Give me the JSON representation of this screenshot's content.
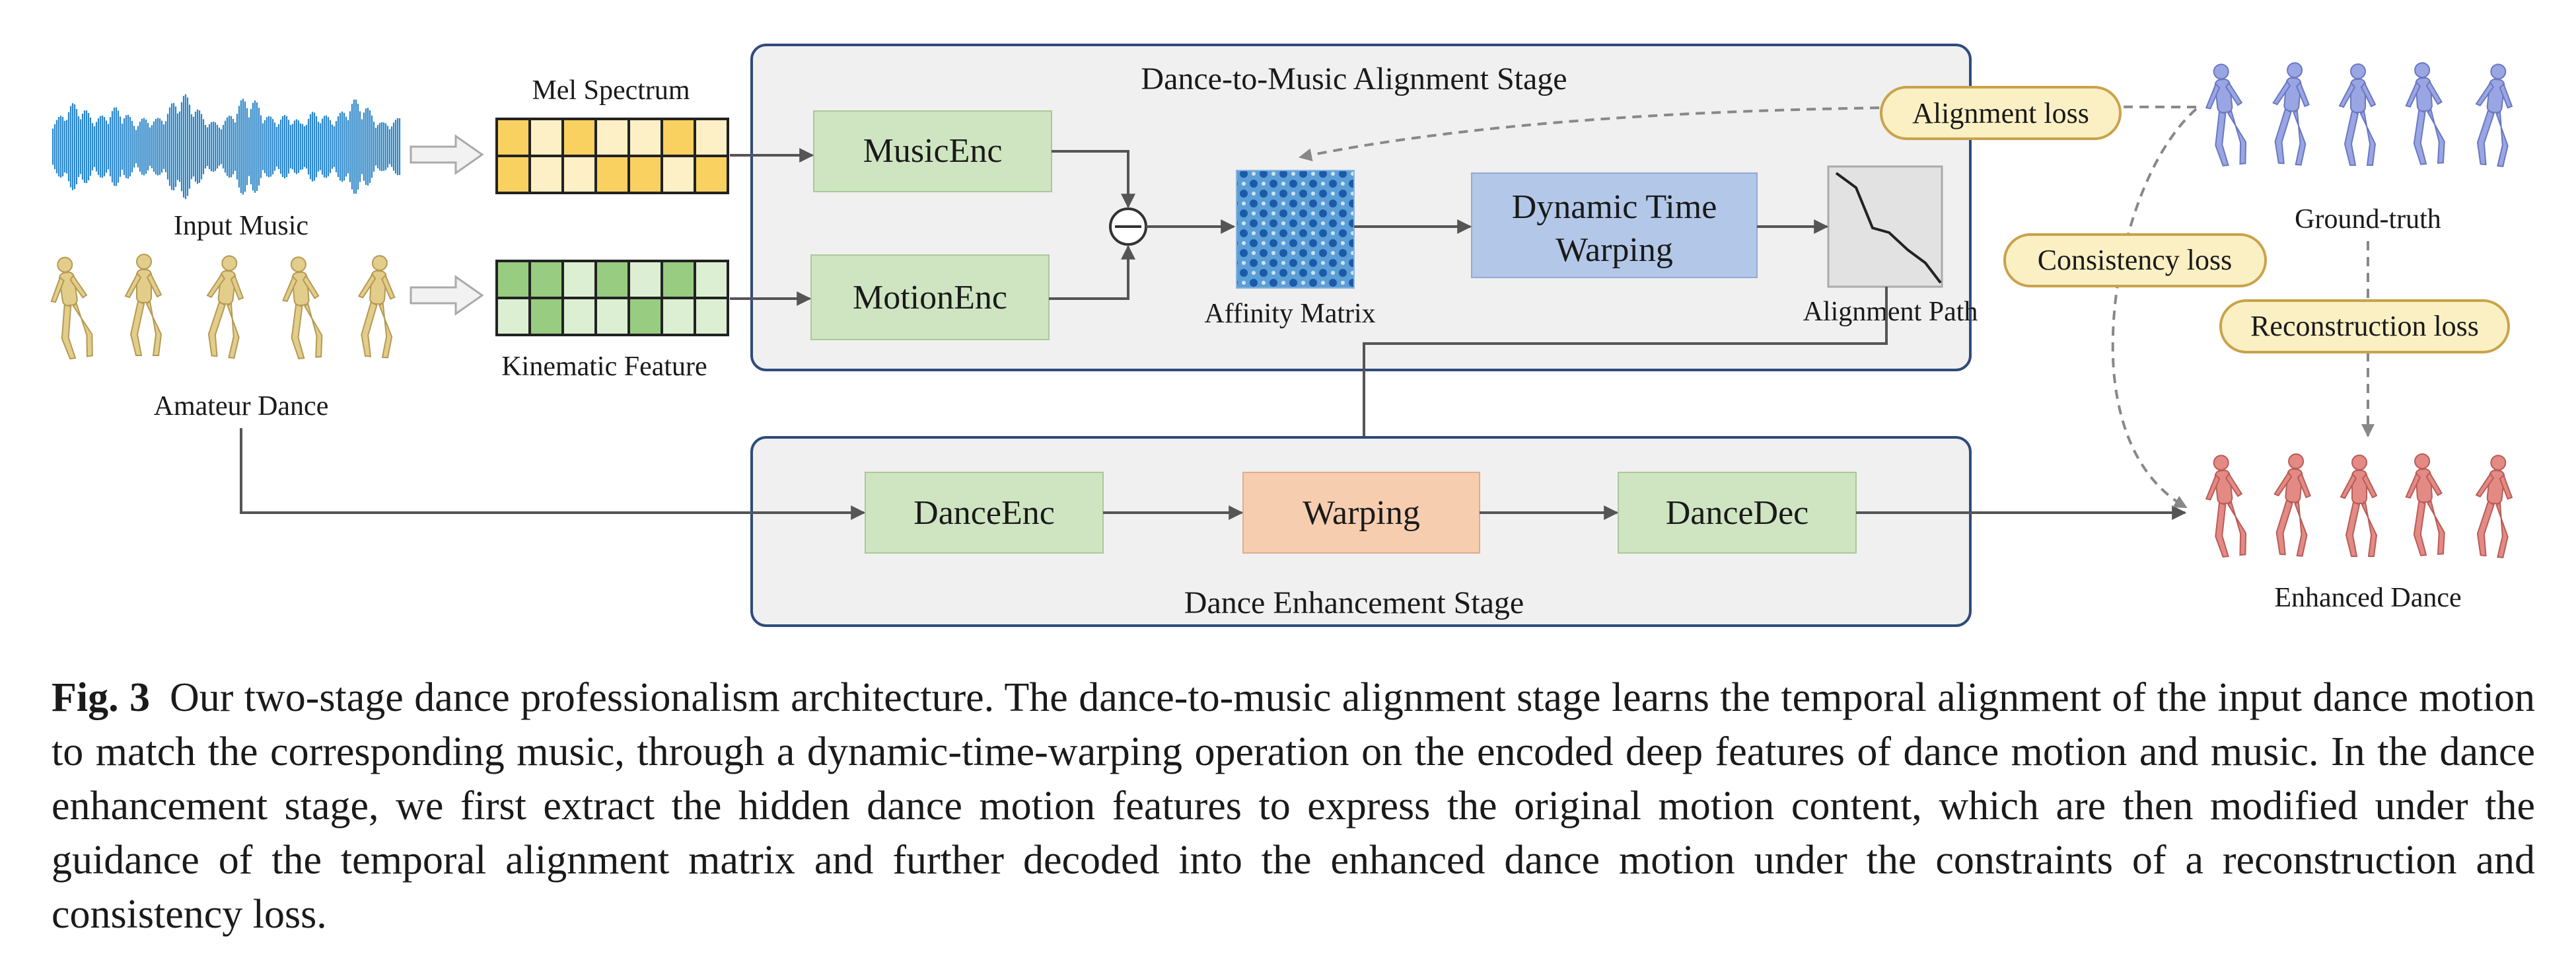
{
  "colors": {
    "module_green": "#cfe5c2",
    "module_blue": "#b3c8e8",
    "module_orange": "#f7cdb0",
    "loss_fill": "#fbf0c4",
    "loss_stroke": "#c9a24a",
    "stage_border": "#2f4b7c",
    "stage_fill": "#f0f0f0",
    "music_wave": "#2b86c8",
    "amateur_figure": "#e3cd8a",
    "gt_figure": "#9aa6e4",
    "enhanced_figure": "#e48a84",
    "mel_dark": "#f9d161",
    "mel_light": "#fdf0c6",
    "kin_dark": "#98cc80",
    "kin_light": "#dcefd2"
  },
  "inputs": {
    "music_label": "Input Music",
    "dance_label": "Amateur Dance",
    "mel_label": "Mel Spectrum",
    "kinematic_label": "Kinematic Feature"
  },
  "alignment_stage": {
    "title": "Dance-to-Music Alignment Stage",
    "music_enc": "MusicEnc",
    "motion_enc": "MotionEnc",
    "subtract_symbol": "⊖",
    "affinity_label": "Affinity Matrix",
    "dtw_line1": "Dynamic Time",
    "dtw_line2": "Warping",
    "path_label": "Alignment Path"
  },
  "enhancement_stage": {
    "title": "Dance Enhancement Stage",
    "dance_enc": "DanceEnc",
    "warping": "Warping",
    "dance_dec": "DanceDec"
  },
  "losses": {
    "alignment": "Alignment loss",
    "consistency": "Consistency loss",
    "reconstruction": "Reconstruction loss"
  },
  "outputs": {
    "ground_truth_label": "Ground-truth",
    "enhanced_label": "Enhanced Dance"
  },
  "caption": {
    "label": "Fig. 3",
    "text": "Our two-stage dance professionalism architecture. The dance-to-music alignment stage learns the temporal alignment of the input dance motion to match the corresponding music, through a dynamic-time-warping operation on the encoded deep features of dance motion and music. In the dance enhancement stage, we first extract the hidden dance motion features to express the original motion content, which are then modified under the guidance of the temporal alignment matrix and further decoded into the enhanced dance motion under the constraints of a reconstruction and consistency loss."
  }
}
